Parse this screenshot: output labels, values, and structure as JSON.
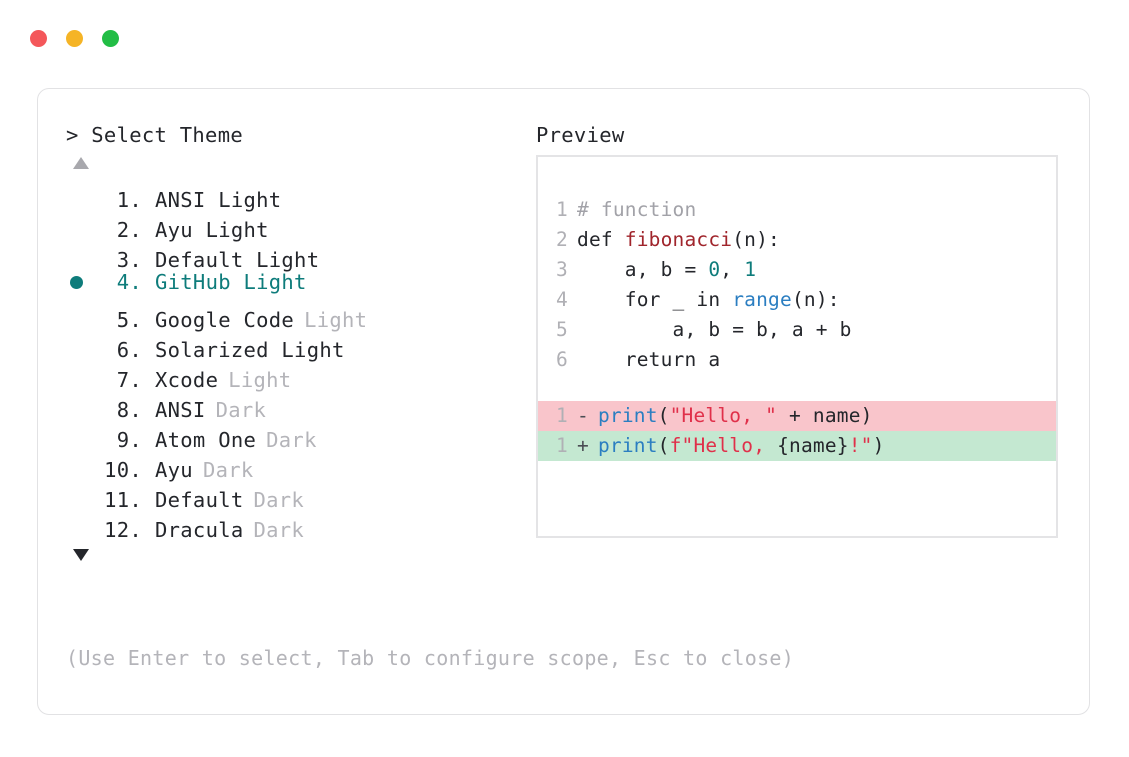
{
  "window": {
    "traffic_lights": [
      {
        "name": "close",
        "color": "#f4575a"
      },
      {
        "name": "minimize",
        "color": "#f5b426"
      },
      {
        "name": "maximize",
        "color": "#22bd45"
      }
    ]
  },
  "selector": {
    "prompt": "> Select Theme",
    "scroll_up_indicator": "▲",
    "scroll_down_indicator": "▼",
    "selected_index": 4,
    "items": [
      {
        "index": "1.",
        "name": "ANSI Light",
        "variant": "",
        "selected": false
      },
      {
        "index": "2.",
        "name": "Ayu Light",
        "variant": "",
        "selected": false
      },
      {
        "index": "3.",
        "name": "Default Light",
        "variant": "",
        "selected": false
      },
      {
        "index": "4.",
        "name": "GitHub Light",
        "variant": "",
        "selected": true
      },
      {
        "index": "5.",
        "name": "Google Code",
        "variant": "Light",
        "selected": false
      },
      {
        "index": "6.",
        "name": "Solarized Light",
        "variant": "",
        "selected": false
      },
      {
        "index": "7.",
        "name": "Xcode",
        "variant": "Light",
        "selected": false
      },
      {
        "index": "8.",
        "name": "ANSI",
        "variant": "Dark",
        "selected": false
      },
      {
        "index": "9.",
        "name": "Atom One",
        "variant": "Dark",
        "selected": false
      },
      {
        "index": "10.",
        "name": "Ayu",
        "variant": "Dark",
        "selected": false
      },
      {
        "index": "11.",
        "name": "Default",
        "variant": "Dark",
        "selected": false
      },
      {
        "index": "12.",
        "name": "Dracula",
        "variant": "Dark",
        "selected": false
      }
    ]
  },
  "preview": {
    "header": "Preview",
    "code_lines": [
      {
        "lineno": "1",
        "tokens": [
          {
            "text": "# function",
            "kind": "comment"
          }
        ]
      },
      {
        "lineno": "2",
        "tokens": [
          {
            "text": "def ",
            "kind": "kw"
          },
          {
            "text": "fibonacci",
            "kind": "fn"
          },
          {
            "text": "(n):",
            "kind": "plain"
          }
        ]
      },
      {
        "lineno": "3",
        "tokens": [
          {
            "text": "    a, b = ",
            "kind": "plain"
          },
          {
            "text": "0",
            "kind": "num"
          },
          {
            "text": ", ",
            "kind": "plain"
          },
          {
            "text": "1",
            "kind": "num"
          }
        ]
      },
      {
        "lineno": "4",
        "tokens": [
          {
            "text": "    for _ in ",
            "kind": "plain"
          },
          {
            "text": "range",
            "kind": "builtin"
          },
          {
            "text": "(n):",
            "kind": "plain"
          }
        ]
      },
      {
        "lineno": "5",
        "tokens": [
          {
            "text": "        a, b = b, a + b",
            "kind": "plain"
          }
        ]
      },
      {
        "lineno": "6",
        "tokens": [
          {
            "text": "    return a",
            "kind": "plain"
          }
        ]
      }
    ],
    "diff_lines": [
      {
        "lineno": "1",
        "mark": "-",
        "type": "removed",
        "tokens": [
          {
            "text": "print",
            "kind": "fnblue"
          },
          {
            "text": "(",
            "kind": "plain"
          },
          {
            "text": "\"Hello, \"",
            "kind": "str"
          },
          {
            "text": " + name)",
            "kind": "plain"
          }
        ]
      },
      {
        "lineno": "1",
        "mark": "+",
        "type": "added",
        "tokens": [
          {
            "text": "print",
            "kind": "fnblue"
          },
          {
            "text": "(",
            "kind": "plain"
          },
          {
            "text": "f\"Hello, ",
            "kind": "str"
          },
          {
            "text": "{name}",
            "kind": "plain"
          },
          {
            "text": "!\"",
            "kind": "str"
          },
          {
            "text": ")",
            "kind": "plain"
          }
        ]
      }
    ]
  },
  "footer": {
    "hint": "(Use Enter to select, Tab to configure scope, Esc to close)"
  },
  "colors": {
    "accent": "#0e7c7b",
    "text": "#24262b",
    "muted": "#b4b4b9",
    "diff_removed_bg": "#f9c5cb",
    "diff_added_bg": "#c4e8d1",
    "border": "#e2e2e4"
  }
}
